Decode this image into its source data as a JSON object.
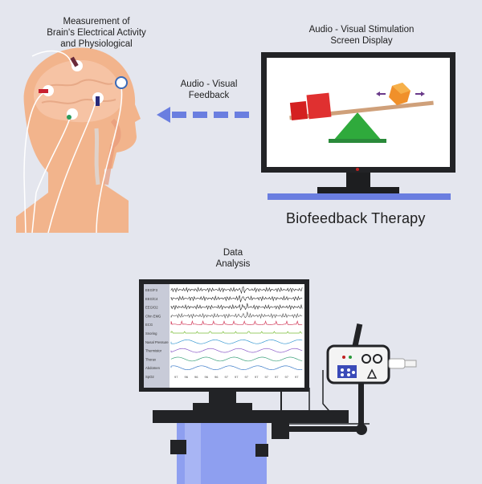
{
  "head_caption": [
    "Measurement of",
    "Brain's Electrical Activity",
    "and Physiological"
  ],
  "display_caption": [
    "Audio - Visual Stimulation",
    "Screen Display"
  ],
  "feedback_caption": [
    "Audio - Visual",
    "Feedback"
  ],
  "therapy_title": "Biofeedback Therapy",
  "analysis_caption": [
    "Data",
    "Analysis"
  ],
  "channels": [
    {
      "label": "EEG/F3",
      "color": "#2a2a2a"
    },
    {
      "label": "EEG/C4",
      "color": "#2a2a2a"
    },
    {
      "label": "EEG/O2",
      "color": "#2a2a2a"
    },
    {
      "label": "Chin EMG",
      "color": "#555555"
    },
    {
      "label": "ECG",
      "color": "#d23a5a"
    },
    {
      "label": "Snoring",
      "color": "#7bbf3a"
    },
    {
      "label": "Nasal Pressure",
      "color": "#3a9ad2"
    },
    {
      "label": "Thermistor",
      "color": "#8a5ac8"
    },
    {
      "label": "Thorax",
      "color": "#3aa07a"
    },
    {
      "label": "Abdomen",
      "color": "#3a7ac8"
    },
    {
      "label": "SpO2",
      "color": "#555555"
    }
  ],
  "spo2_values": [
    "97",
    "96",
    "96",
    "96",
    "96",
    "97",
    "97",
    "97",
    "97",
    "97",
    "97",
    "97",
    "97"
  ],
  "colors": {
    "background": "#e4e6ee",
    "skin": "#f2b48c",
    "brain": "#f6c4a6",
    "accent_blue": "#6a7ee0",
    "block_red": "#d42020",
    "block_orange": "#f0902a",
    "triangle_green": "#2faa3c",
    "seesaw": "#cfa07a"
  }
}
